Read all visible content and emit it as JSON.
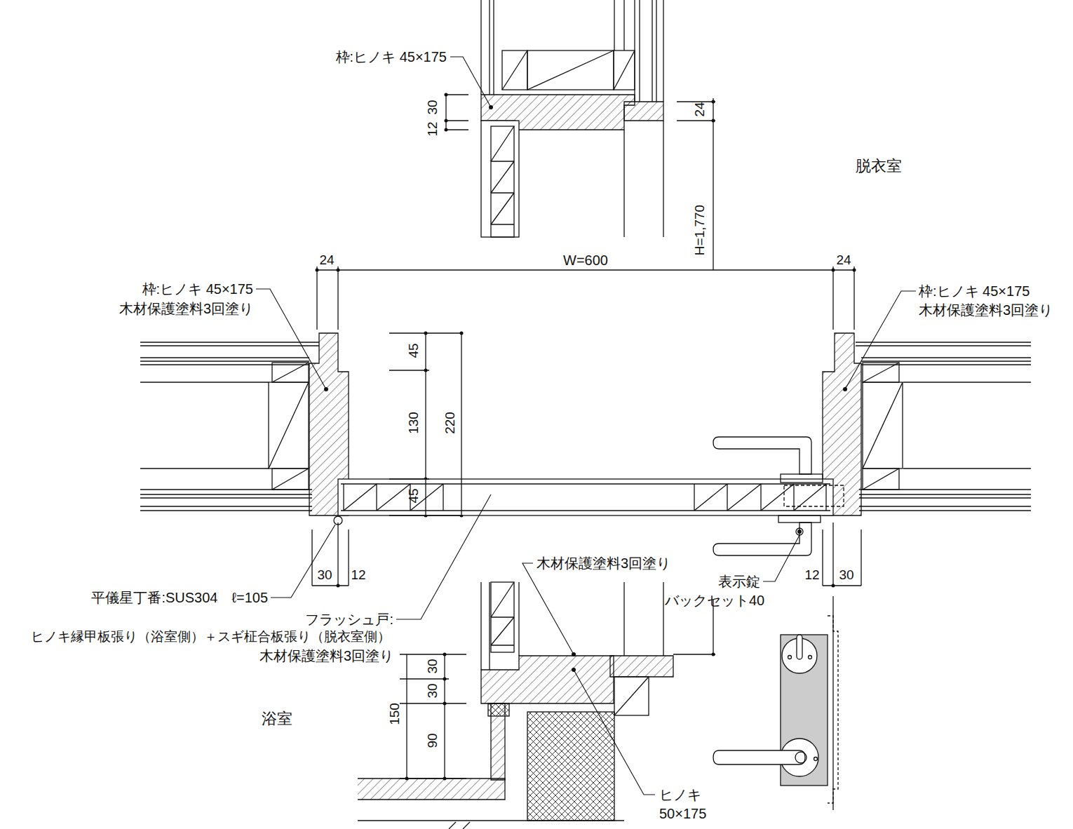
{
  "diagram": {
    "labels": [
      "枠:ヒノキ 45×175",
      "30",
      "12",
      "24",
      "脱衣室",
      "H=1,770",
      "24",
      "W=600",
      "24",
      "枠:ヒノキ 45×175",
      "木材保護塗料3回塗り",
      "枠:ヒノキ 45×175",
      "木材保護塗料3回塗り",
      "45",
      "130",
      "220",
      "45",
      "30",
      "12",
      "12",
      "30",
      "平儀星丁番:SUS304　ℓ=105",
      "木材保護塗料3回塗り",
      "表示錠",
      "バックセット40",
      "フラッシュ戸:",
      "ヒノキ縁甲板張り（浴室側）＋スギ柾合板張り（脱衣室側）",
      "木材保護塗料3回塗り",
      "30",
      "30",
      "150",
      "90",
      "浴室",
      "ヒノキ",
      "50×175"
    ]
  }
}
